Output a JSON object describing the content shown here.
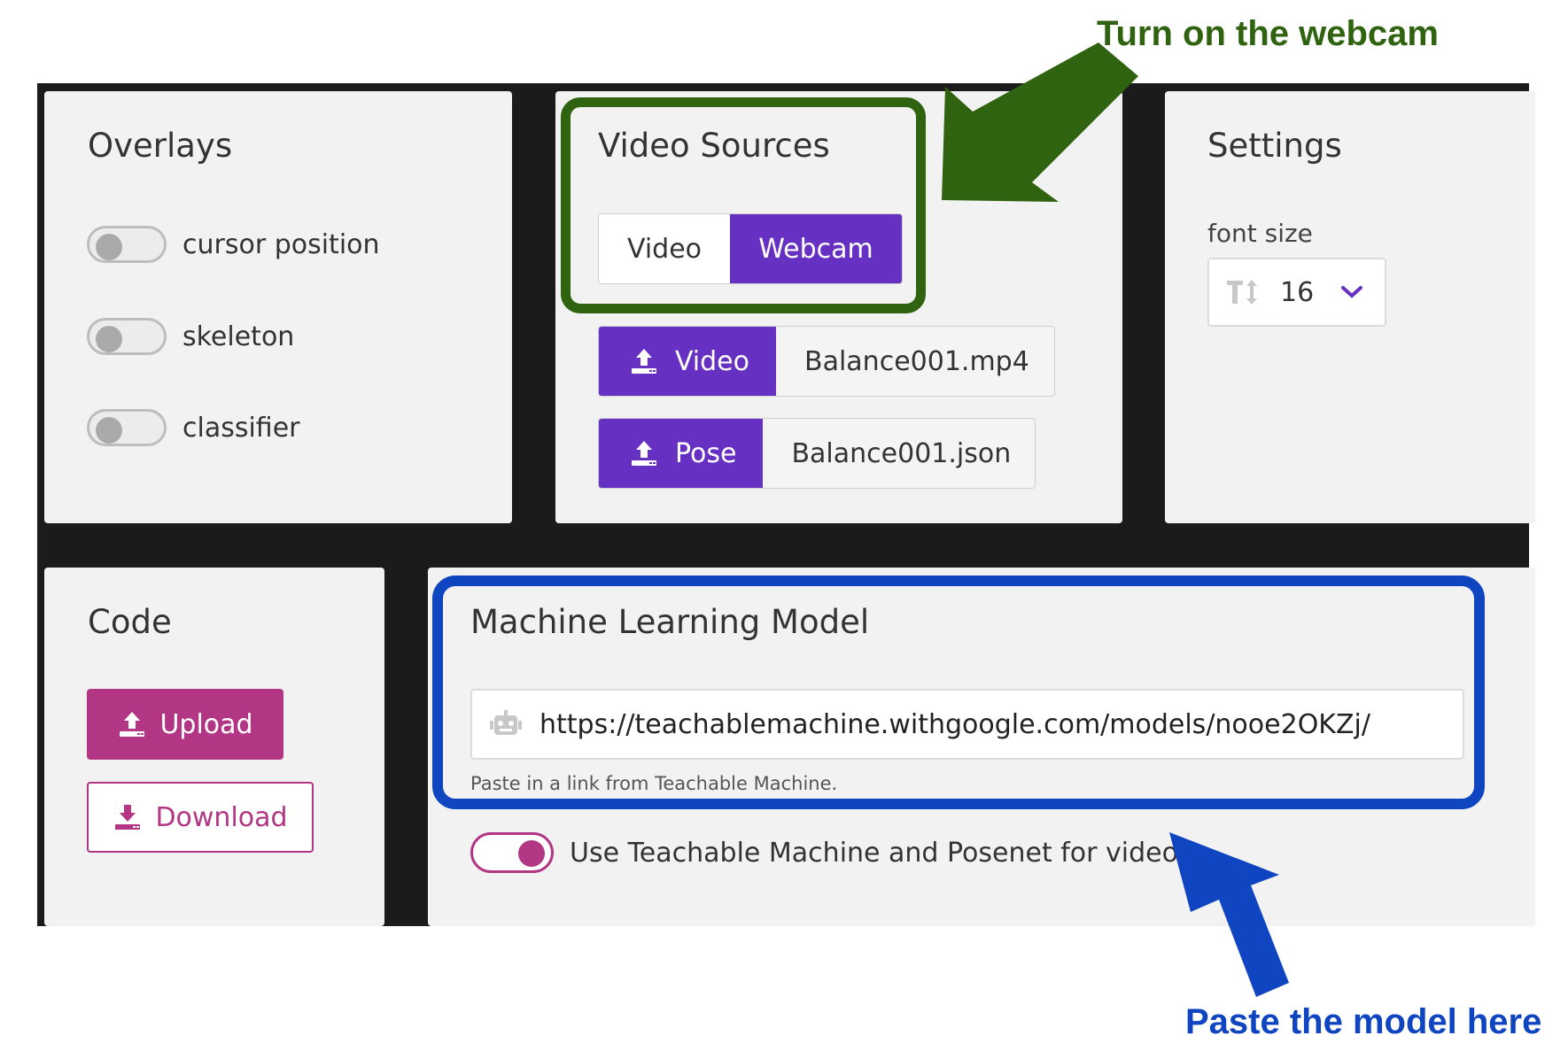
{
  "annotations": {
    "top_callout": "Turn on the webcam",
    "bottom_callout": "Paste the model here",
    "top_color": "#2f6310",
    "bottom_color": "#0f45c1"
  },
  "overlays": {
    "title": "Overlays",
    "items": [
      {
        "label": "cursor position",
        "on": false
      },
      {
        "label": "skeleton",
        "on": false
      },
      {
        "label": "classifier",
        "on": false
      }
    ]
  },
  "video_sources": {
    "title": "Video Sources",
    "segmented": {
      "video_label": "Video",
      "webcam_label": "Webcam",
      "selected": "Webcam"
    },
    "video_upload": {
      "button_label": "Video",
      "file_name": "Balance001.mp4"
    },
    "pose_upload": {
      "button_label": "Pose",
      "file_name": "Balance001.json"
    }
  },
  "settings": {
    "title": "Settings",
    "font_size_label": "font size",
    "font_size_value": "16"
  },
  "code": {
    "title": "Code",
    "upload_label": "Upload",
    "download_label": "Download"
  },
  "ml_model": {
    "title": "Machine Learning Model",
    "url_value": "https://teachablemachine.withgoogle.com/models/nooe2OKZj/",
    "help_text": "Paste in a link from Teachable Machine.",
    "toggle_label": "Use Teachable Machine and Posenet for videos",
    "toggle_on": true
  },
  "colors": {
    "accent_purple": "#6630c2",
    "accent_magenta": "#b33684",
    "panel_bg": "#f2f2f2",
    "page_dark": "#1b1b1b"
  }
}
